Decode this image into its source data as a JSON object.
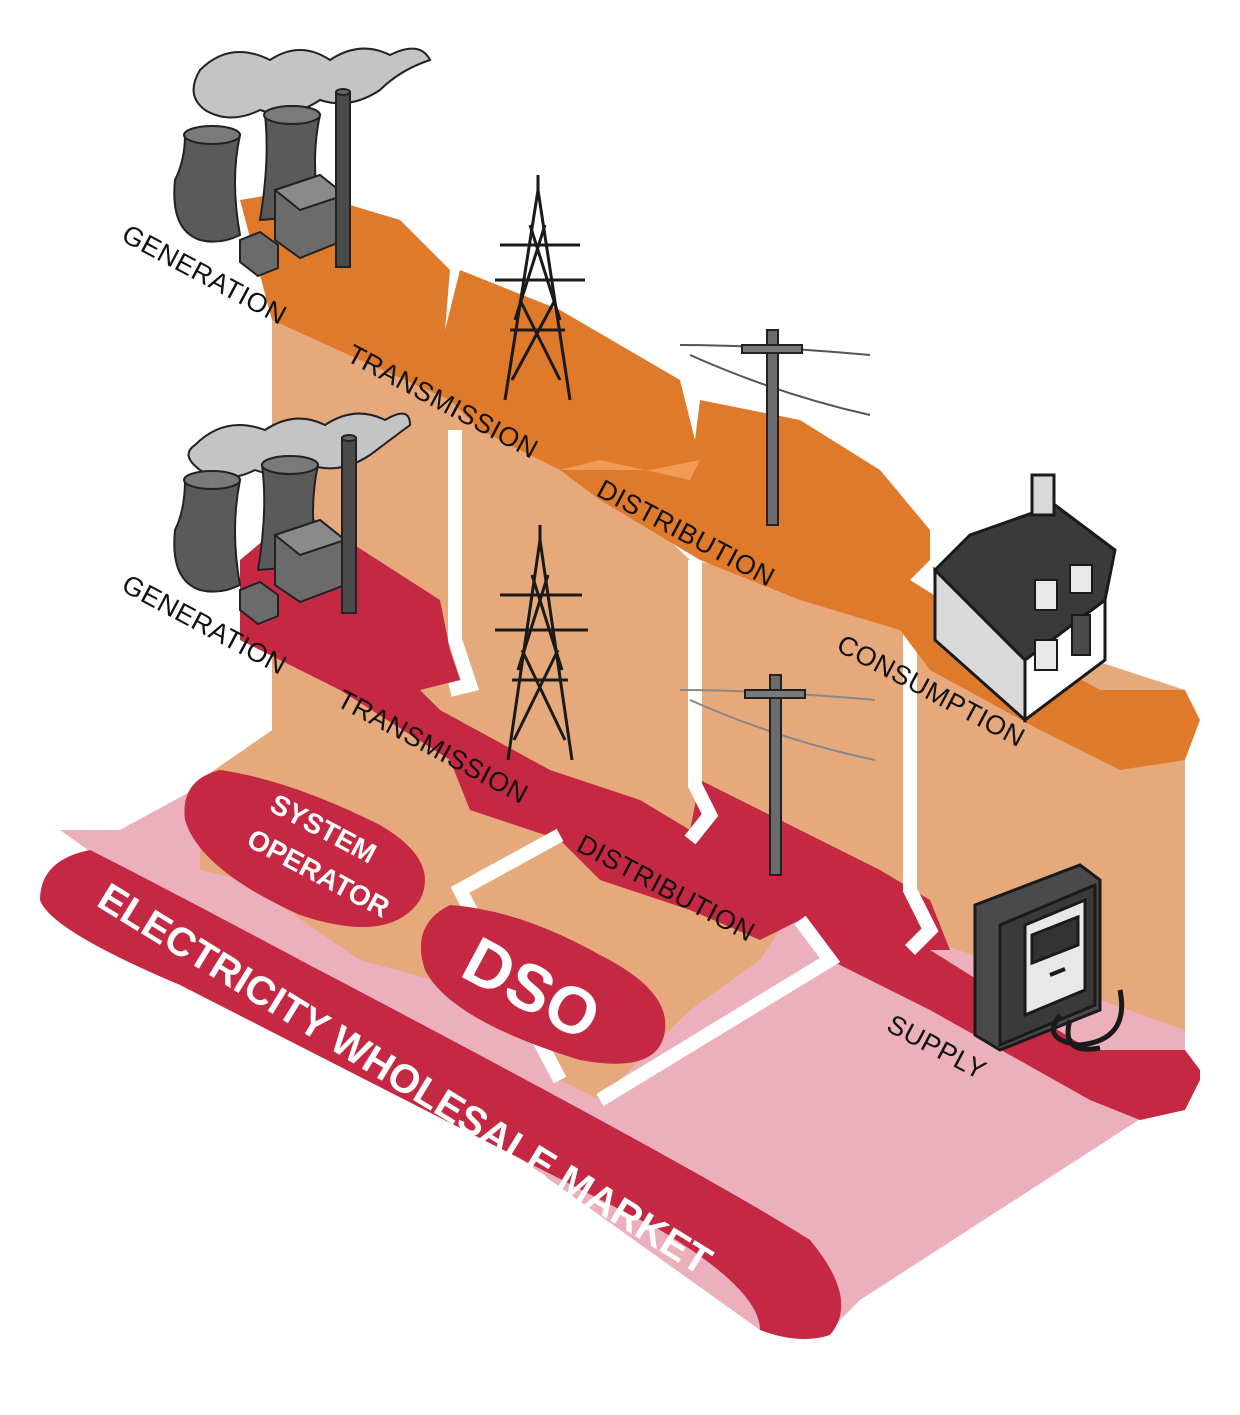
{
  "colors": {
    "orange": "#e07a2b",
    "orange_light": "#ef9a55",
    "peach": "#e6a97c",
    "crimson": "#c52842",
    "pink": "#ebb0bc",
    "dark_grey": "#555555",
    "mid_grey": "#8c8c8c",
    "smoke": "#bdbdbd"
  },
  "upper_chain": {
    "generation": "GENERATION",
    "transmission": "TRANSMISSION",
    "distribution": "DISTRIBUTION",
    "consumption": "CONSUMPTION"
  },
  "lower_chain": {
    "generation": "GENERATION",
    "transmission": "TRANSMISSION",
    "distribution": "DISTRIBUTION",
    "supply": "SUPPLY"
  },
  "actors": {
    "system_operator_line1": "SYSTEM",
    "system_operator_line2": "OPERATOR",
    "dso": "DSO",
    "wholesale_market": "ELECTRICITY WHOLESALE MARKET"
  },
  "icons": [
    "power-plant-icon",
    "pylon-icon",
    "utility-pole-icon",
    "house-icon",
    "electricity-meter-icon"
  ]
}
